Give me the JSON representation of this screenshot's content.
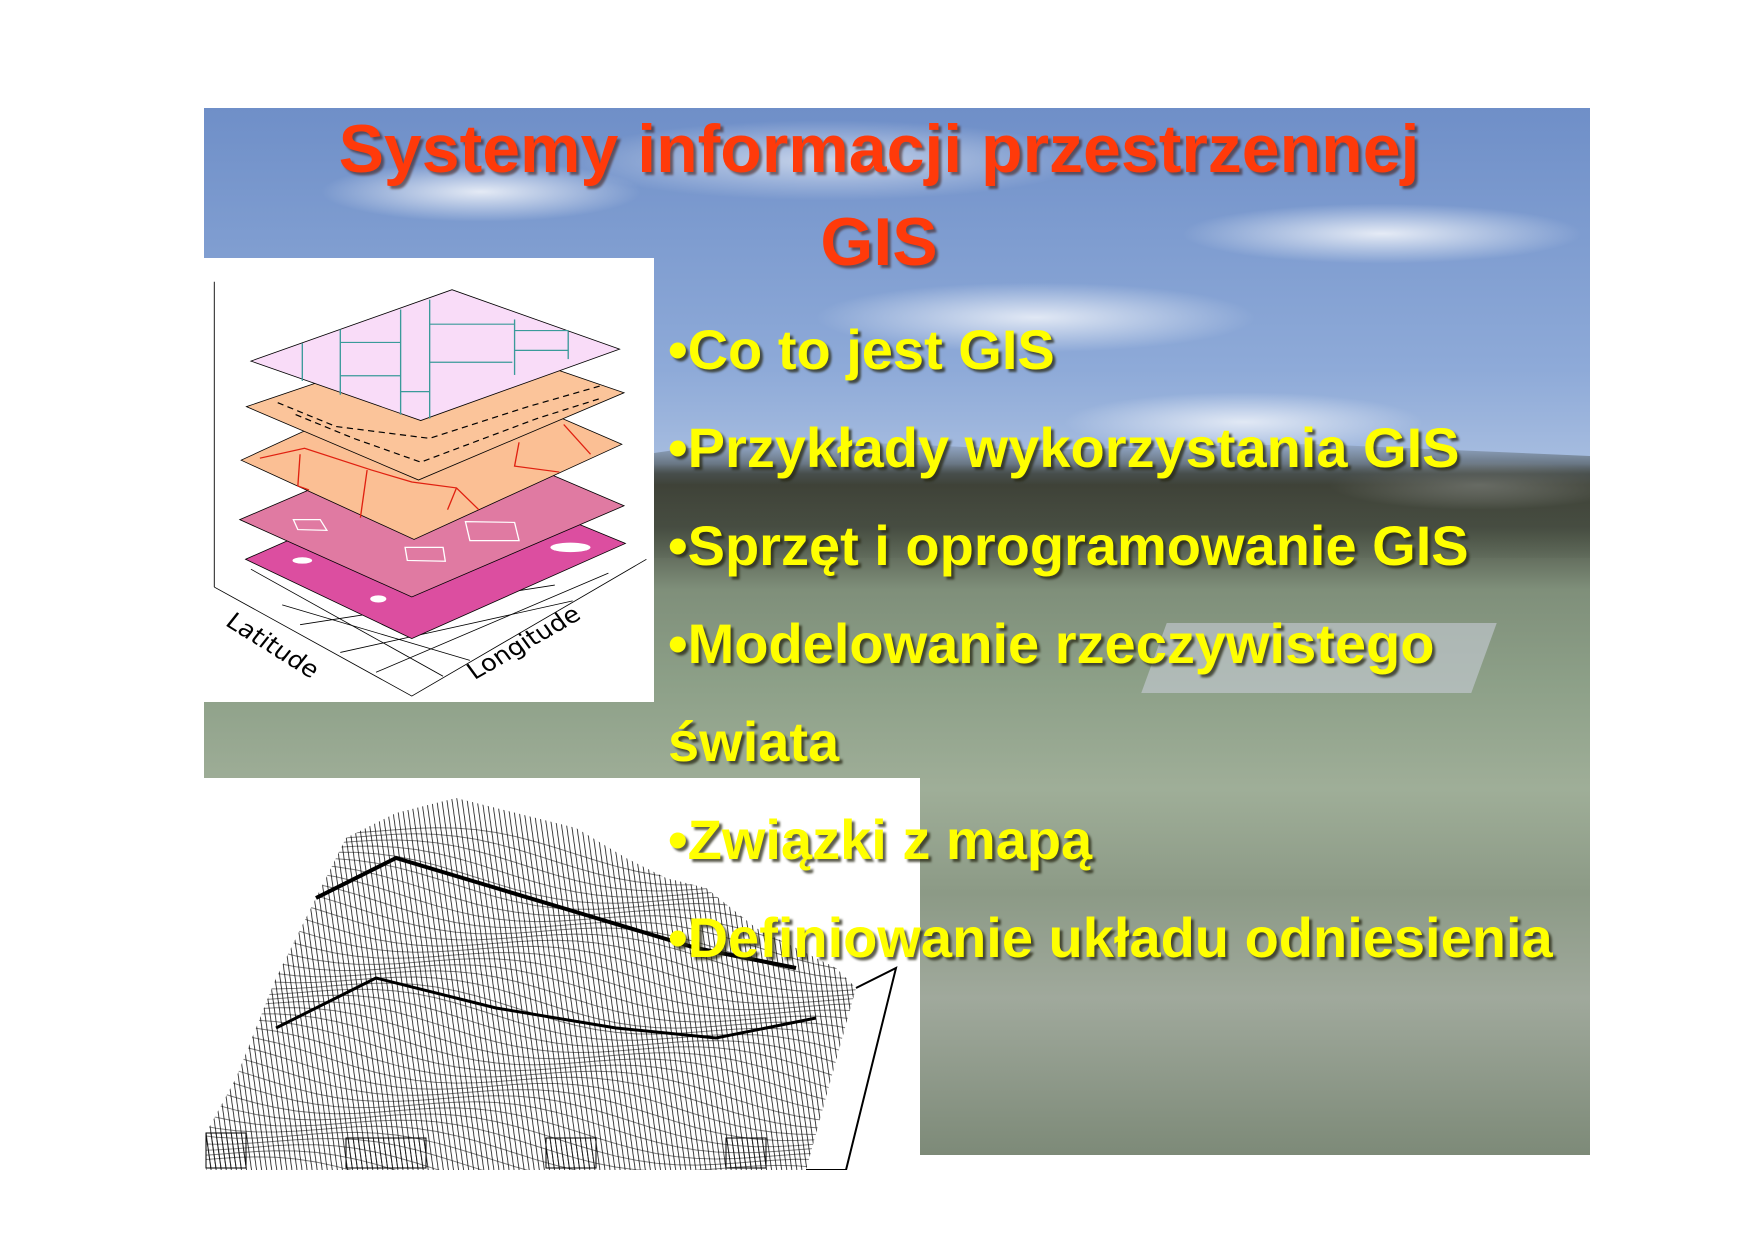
{
  "title": {
    "line1": "Systemy informacji przestrzennej",
    "line2": "GIS"
  },
  "bullets": [
    "•Co to jest GIS",
    "•Przykłady wykorzystania GIS",
    "•Sprzęt i oprogramowanie GIS",
    "•Modelowanie rzeczywistego",
    "świata",
    "•Związki z mapą",
    "•Definiowanie układu odniesienia"
  ],
  "layer_diagram": {
    "axis_label_latitude": "Latitude",
    "axis_label_longitude": "Longitude"
  },
  "colors": {
    "title": "#ff3a0a",
    "bullet_text": "#ffff00"
  }
}
